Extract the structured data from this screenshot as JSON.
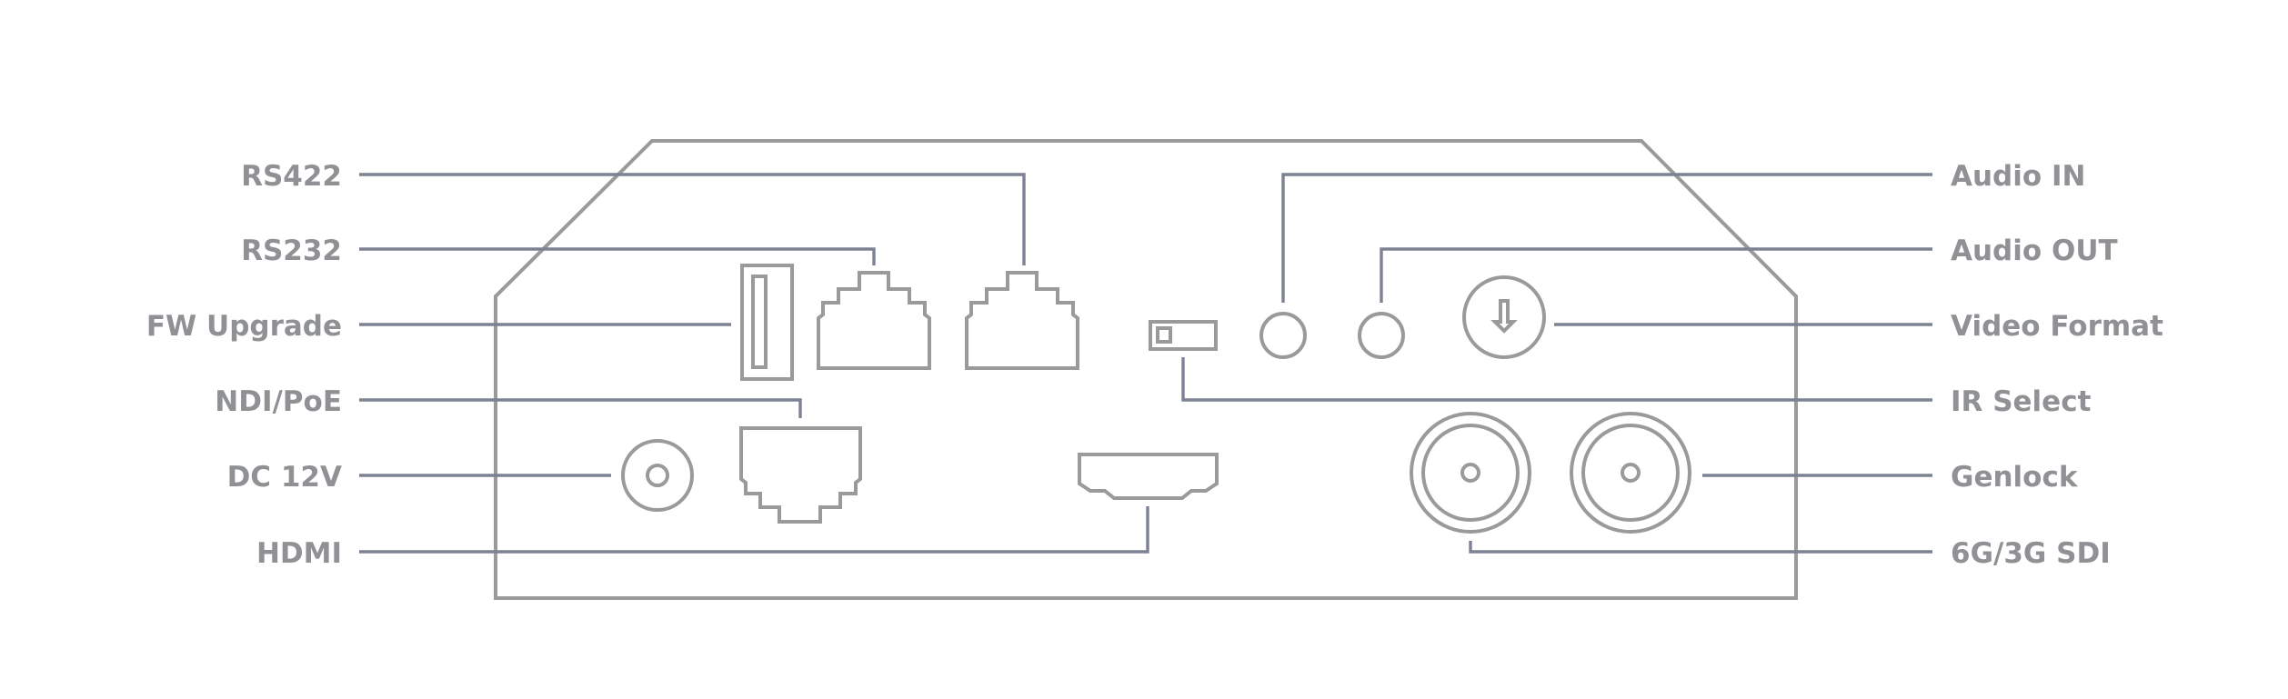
{
  "labels": {
    "rs422": "RS422",
    "rs232": "RS232",
    "fw_upgrade": "FW Upgrade",
    "ndi_poe": "NDI/PoE",
    "dc_12v": "DC 12V",
    "hdmi": "HDMI",
    "audio_in": "Audio IN",
    "audio_out": "Audio OUT",
    "video_format": "Video Format",
    "ir_select": "IR Select",
    "genlock": "Genlock",
    "sdi": "6G/3G SDI"
  },
  "colors": {
    "outline": "#9a9a9a",
    "leader": "#7c8294",
    "label": "#8f9194"
  },
  "icons": {
    "video_format_button": "down-arrow-icon"
  }
}
